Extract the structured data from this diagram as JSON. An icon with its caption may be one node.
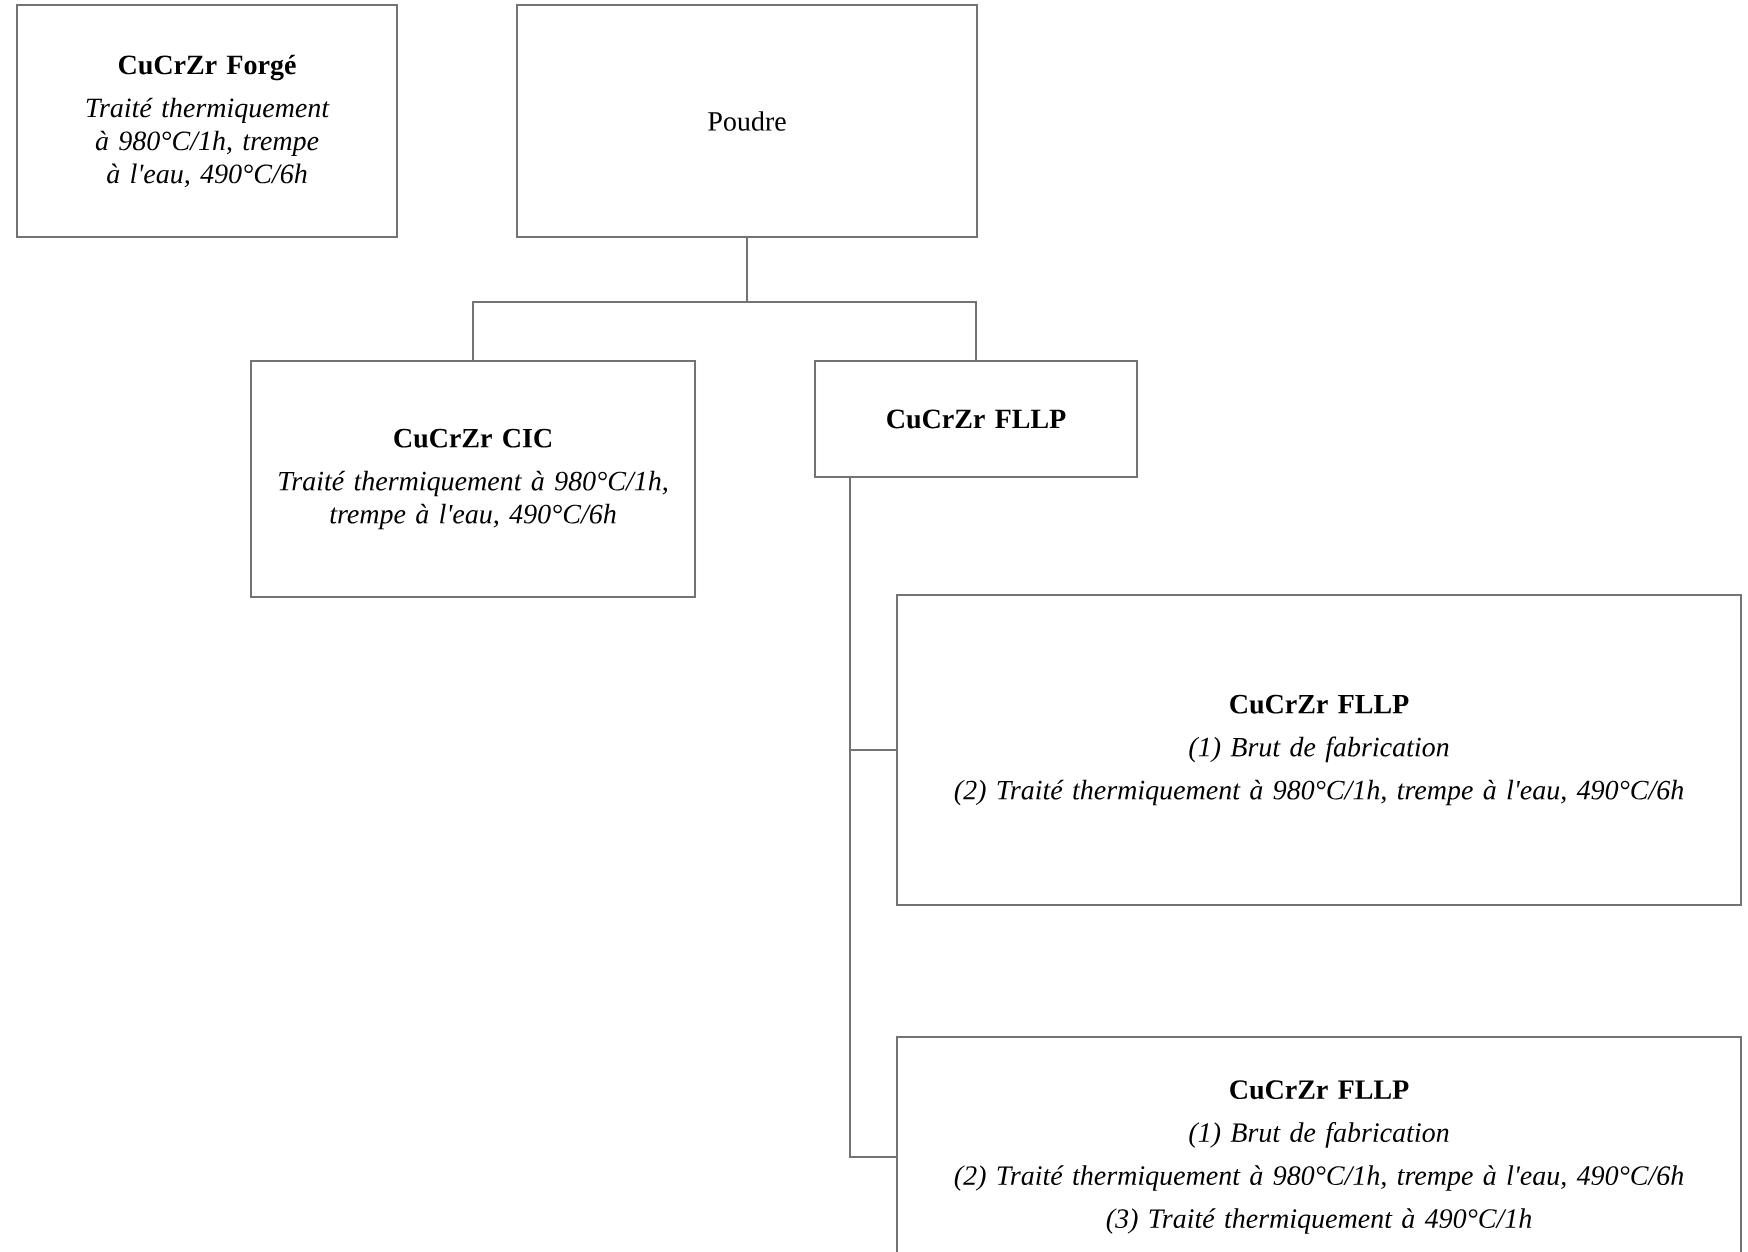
{
  "diagram": {
    "nodes": [
      {
        "text": [
          "CuCrZr Forgé",
          "Traité thermiquement à 980°C/1h, trempe à l'eau, 490°C/6h"
        ]
      },
      {
        "text": [
          "Poudre"
        ]
      },
      {
        "text": [
          "CuCrZr CIC",
          "Traité thermiquement à 980°C/1h, trempe à l'eau, 490°C/6h"
        ]
      },
      {
        "text": [
          "CuCrZr FLLP"
        ]
      },
      {
        "text": [
          "CuCrZr FLLP",
          "(1) Brut de fabrication",
          "(2) Traité thermiquement à 980°C/1h, trempe à l'eau, 490°C/6h"
        ]
      },
      {
        "text": [
          "CuCrZr FLLP",
          "(1) Brut de fabrication",
          "(2) Traité thermiquement à 980°C/1h, trempe à l'eau, 490°C/6h",
          "(3) Traité thermiquement à 490°C/1h"
        ]
      }
    ],
    "edges": [
      {
        "from": 1,
        "to": 2,
        "arrow": "none"
      },
      {
        "from": 1,
        "to": 3,
        "arrow": "none"
      },
      {
        "from": 3,
        "to": 4,
        "arrow": "none"
      },
      {
        "from": 3,
        "to": 5,
        "arrow": "none"
      }
    ]
  }
}
